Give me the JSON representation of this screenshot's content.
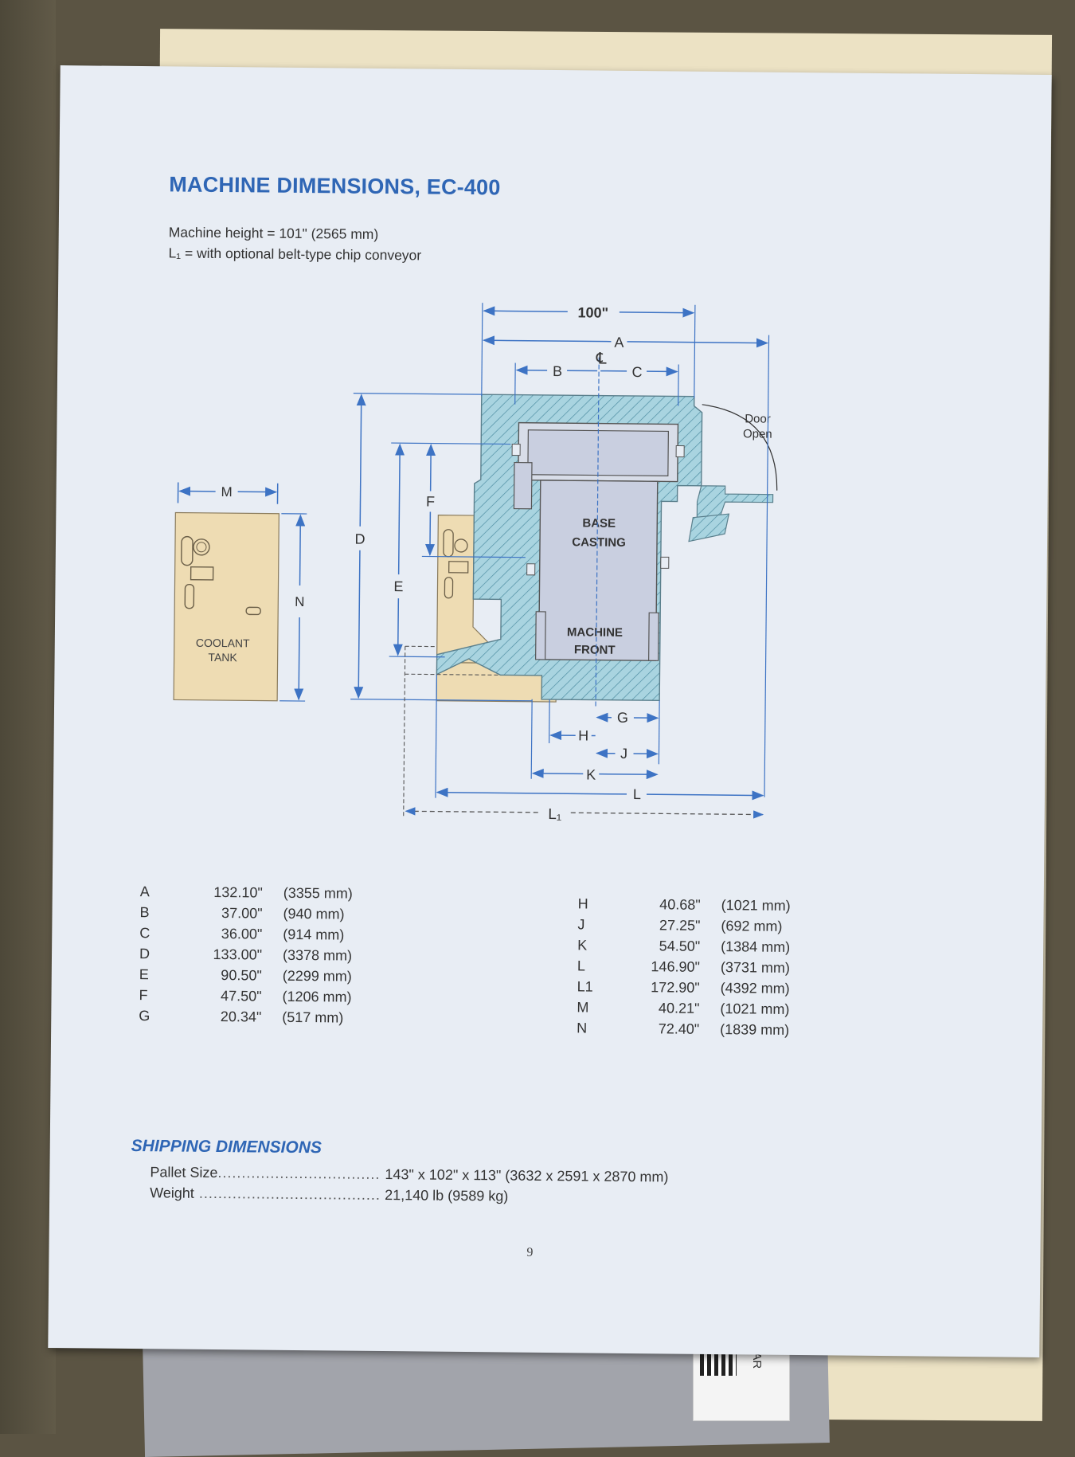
{
  "document": {
    "title": "MACHINE DIMENSIONS, EC-400",
    "notes": [
      "Machine height = 101\" (2565 mm)",
      "L₁ = with optional belt-type chip conveyor"
    ],
    "page_number": "9"
  },
  "diagram": {
    "labels": {
      "width_100": "100\"",
      "A": "A",
      "B": "B",
      "C": "C",
      "D": "D",
      "E": "E",
      "F": "F",
      "G": "G",
      "H": "H",
      "J": "J",
      "K": "K",
      "L": "L",
      "L1": "L₁",
      "M": "M",
      "N": "N",
      "centerline": "℄",
      "door_open": [
        "Door",
        "Open"
      ],
      "base_casting": [
        "BASE",
        "CASTING"
      ],
      "machine_front": [
        "MACHINE",
        "FRONT"
      ],
      "coolant_tank": [
        "COOLANT",
        "TANK"
      ]
    },
    "colors": {
      "dimension_line": "#3d73c4",
      "machine_hatch_fill": "#a9d4e0",
      "tank_fill": "#eedcb3",
      "base_fill": "#c9cfe0"
    }
  },
  "dimensions_left": [
    {
      "letter": "A",
      "inches": "132.10\"",
      "mm": "(3355 mm)"
    },
    {
      "letter": "B",
      "inches": "37.00\"",
      "mm": "(940 mm)"
    },
    {
      "letter": "C",
      "inches": "36.00\"",
      "mm": "(914 mm)"
    },
    {
      "letter": "D",
      "inches": "133.00\"",
      "mm": "(3378 mm)"
    },
    {
      "letter": "E",
      "inches": "90.50\"",
      "mm": "(2299 mm)"
    },
    {
      "letter": "F",
      "inches": "47.50\"",
      "mm": "(1206 mm)"
    },
    {
      "letter": "G",
      "inches": "20.34\"",
      "mm": "(517 mm)"
    }
  ],
  "dimensions_right": [
    {
      "letter": "H",
      "inches": "40.68\"",
      "mm": "(1021 mm)"
    },
    {
      "letter": "J",
      "inches": "27.25\"",
      "mm": "(692 mm)"
    },
    {
      "letter": "K",
      "inches": "54.50\"",
      "mm": "(1384 mm)"
    },
    {
      "letter": "L",
      "inches": "146.90\"",
      "mm": "(3731 mm)"
    },
    {
      "letter": "L1",
      "inches": "172.90\"",
      "mm": "(4392 mm)"
    },
    {
      "letter": "M",
      "inches": "40.21\"",
      "mm": "(1021 mm)"
    },
    {
      "letter": "N",
      "inches": "72.40\"",
      "mm": "(1839 mm)"
    }
  ],
  "shipping": {
    "title": "SHIPPING DIMENSIONS",
    "pallet_label": "Pallet Size",
    "pallet_value": "143\" x 102\" x 113\"  (3632 x 2591 x 2870 mm)",
    "weight_label": "Weight",
    "weight_value": "21,140 lb  (9589 kg)"
  },
  "background": {
    "tag_text": "LAR"
  }
}
